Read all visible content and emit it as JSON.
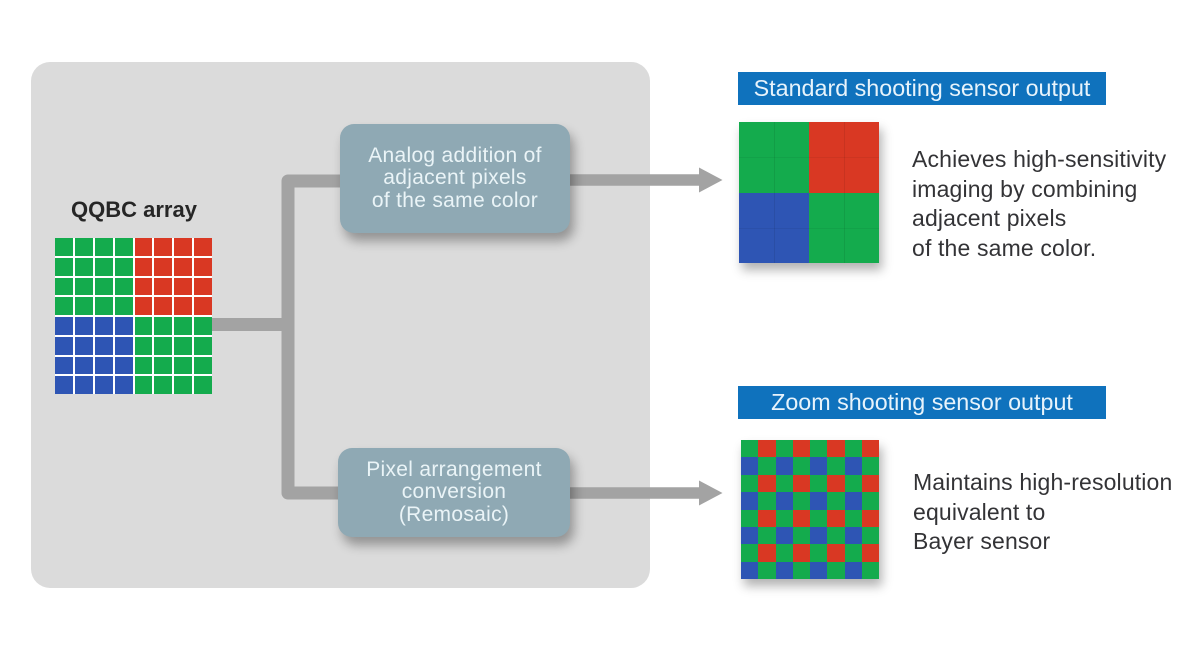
{
  "palette": {
    "G": "#14ab4d",
    "R": "#d93823",
    "B": "#2e55b4",
    "panel_gray": "#dbdbdb",
    "connector_gray": "#a3a3a3",
    "box_fill": "#8fa9b4",
    "box_text": "#eaf4f7",
    "bar_blue": "#0f72bd",
    "bar_text": "#e7f3fb",
    "body_text": "#333336"
  },
  "qqbc": {
    "label": "QQBC array",
    "grid": {
      "rows": 8,
      "cols": 8,
      "pattern": [
        "GGGGRRRR",
        "GGGGRRRR",
        "GGGGRRRR",
        "GGGGRRRR",
        "BBBBGGGG",
        "BBBBGGGG",
        "BBBBGGGG",
        "BBBBGGGG"
      ],
      "gap_color": "#ffffff"
    }
  },
  "process_boxes": {
    "analog": {
      "lines": [
        "Analog addition of",
        "adjacent pixels",
        "of the same color"
      ]
    },
    "remosaic": {
      "lines": [
        "Pixel arrangement",
        "conversion",
        "(Remosaic)"
      ]
    }
  },
  "outputs": {
    "standard": {
      "header": "Standard shooting sensor output",
      "grid": {
        "rows": 2,
        "cols": 2,
        "pattern": [
          "GR",
          "BG"
        ]
      },
      "description": [
        "Achieves high-sensitivity",
        "imaging by combining",
        "adjacent pixels",
        "of the same color."
      ]
    },
    "zoom": {
      "header": "Zoom shooting sensor output",
      "grid": {
        "rows": 8,
        "cols": 8,
        "pattern": [
          "GRGRGRGR",
          "BGBGBGBG",
          "GRGRGRGR",
          "BGBGBGBG",
          "GRGRGRGR",
          "BGBGBGBG",
          "GRGRGRGR",
          "BGBGBGBG"
        ]
      },
      "description": [
        "Maintains high-resolution",
        "equivalent to",
        "Bayer sensor"
      ]
    }
  }
}
